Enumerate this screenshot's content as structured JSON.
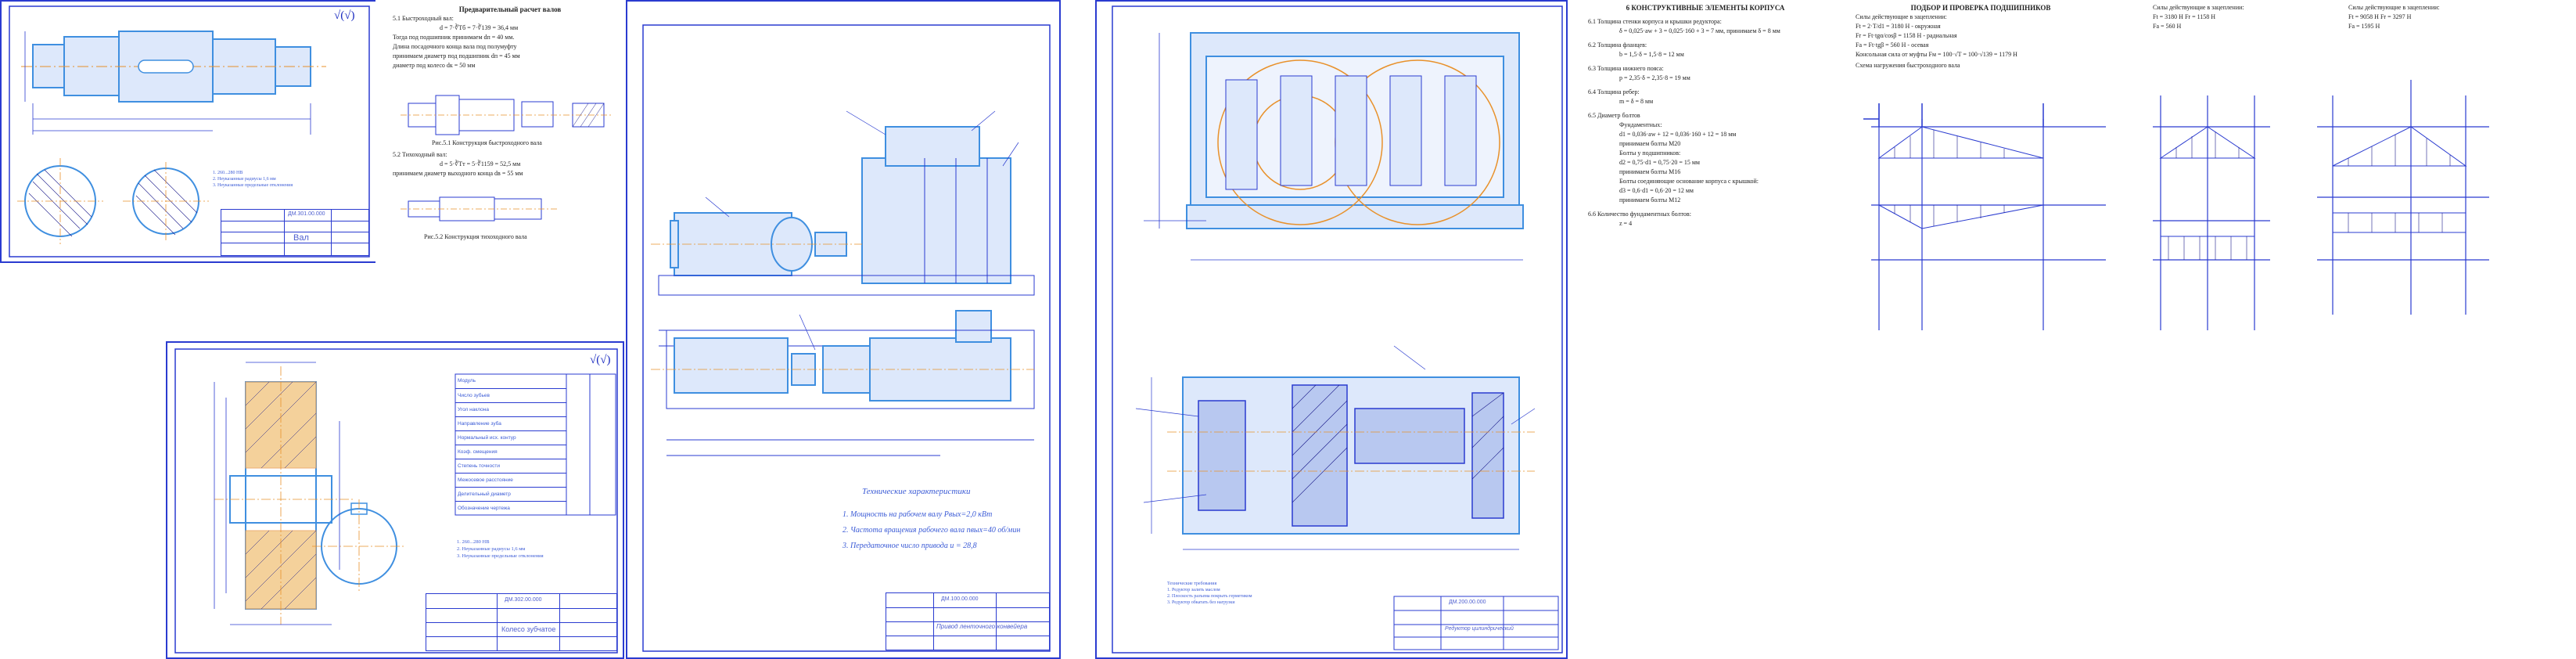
{
  "app": {
    "title": ""
  },
  "sheets": {
    "shaft": {
      "roughness": "√(√)",
      "notes": [
        "1. 260...280 HB",
        "2. Неуказанные радиусы 1,6 мм",
        "3. Неуказанные предельные отклонения"
      ],
      "title_block": {
        "name": "Вал",
        "code": "ДМ.301.00.000"
      }
    },
    "doc_shafts": {
      "heading": "Предварительный расчет валов",
      "lines": [
        "5.1 Быстроходный вал:",
        "d = 7·∛Tб = 7·∛139 = 36,4 мм",
        "Тогда под подшипник принимаем dп = 40 мм.",
        "Длина посадочного конца вала под полумуфту",
        "принимаем диаметр под подшипник dп = 45 мм",
        "диаметр под колесо dк = 50 мм",
        "5.2 Тихоходный вал:",
        "d = 5·∛Tт = 5·∛1159 = 52,5 мм",
        "принимаем диаметр выходного конца dв = 55 мм",
        "Рис.5.1 Конструкция быстроходного вала",
        "Рис.5.2 Конструкция тихоходного вала"
      ]
    },
    "gear": {
      "roughness": "√(√)",
      "table_rows": [
        "Модуль",
        "Число зубьев",
        "Угол наклона",
        "Направление зуба",
        "Нормальный исх. контур",
        "Коэф. смещения",
        "Степень точности",
        "Межосевое расстояние",
        "Делительный диаметр",
        "Обозначение чертежа"
      ],
      "notes": [
        "1. 260...280 HB",
        "2. Неуказанные радиусы 1,6 мм",
        "3. Неуказанные предельные отклонения"
      ],
      "title_block": {
        "name": "Колесо зубчатое",
        "code": "ДМ.302.00.000"
      }
    },
    "drive": {
      "tech_title": "Технические характеристики",
      "tech_lines": [
        "1. Мощность на рабочем валу Рвых=2,0 кВт",
        "2. Частота вращения рабочего вала nвых=40 об/мин",
        "3. Передаточное число привода u = 28,8"
      ],
      "title_block": {
        "name": "Привод ленточного конвейера",
        "code": "ДМ.100.00.000"
      }
    },
    "reducer": {
      "notes": [
        "Технические требования",
        "1. Редуктор залить маслом",
        "2. Плоскость разъема покрыть герметиком",
        "3. Редуктор обкатать без нагрузки"
      ],
      "title_block": {
        "name": "Редуктор цилиндрический",
        "code": "ДМ.200.00.000"
      }
    },
    "doc_housing": {
      "heading": "6 КОНСТРУКТИВНЫЕ ЭЛЕМЕНТЫ КОРПУСА",
      "lines": [
        "6.1 Толщина стенки корпуса и крышки редуктора:",
        "δ = 0,025·aw + 3 = 0,025·160 + 3 = 7 мм, принимаем δ = 8 мм",
        "6.2 Толщина фланцев:",
        "b = 1,5·δ = 1,5·8 = 12 мм",
        "6.3 Толщина нижнего пояса:",
        "p = 2,35·δ = 2,35·8 = 19 мм",
        "6.4 Толщина ребер:",
        "m = δ = 8 мм",
        "6.5 Диаметр болтов",
        "Фундаментных:",
        "d1 = 0,036·aw + 12 = 0,036·160 + 12 = 18 мм",
        "принимаем болты М20",
        "Болты у подшипников:",
        "d2 = 0,75·d1 = 0,75·20 = 15 мм",
        "принимаем болты М16",
        "Болты соединяющие основание корпуса с крышкой:",
        "d3 = 0,6·d1 = 0,6·20 = 12 мм",
        "принимаем болты М12",
        "6.6 Количество фундаментных болтов:",
        "z = 4"
      ]
    },
    "doc_bearings": {
      "heading": "ПОДБОР И ПРОВЕРКА ПОДШИПНИКОВ",
      "lines": [
        "Силы действующие в зацеплении:",
        "Ft = 2·T/d1 = 3180 Н - окружная",
        "Fr = Ft·tgα/cosβ = 1158 Н - радиальная",
        "Fa = Ft·tgβ = 560 Н - осевая",
        "Консольная сила от муфты Fм = 100·√T = 100·√139 = 1179 Н"
      ],
      "diagram_caption": "Схема нагружения быстроходного вала",
      "col2_lines": [
        "Силы действующие в зацеплении:",
        "Ft = 3180 Н   Fr = 1158 Н",
        "Fa = 560 Н"
      ],
      "col3_lines": [
        "Силы действующие в зацеплении:",
        "Ft = 9058 Н   Fr = 3297 Н",
        "Fa = 1595 Н"
      ]
    }
  },
  "colors": {
    "line": "#2a3bd0",
    "part": "#3f8fe0",
    "center": "#e8912b",
    "hatch": "#1a1a8a"
  }
}
